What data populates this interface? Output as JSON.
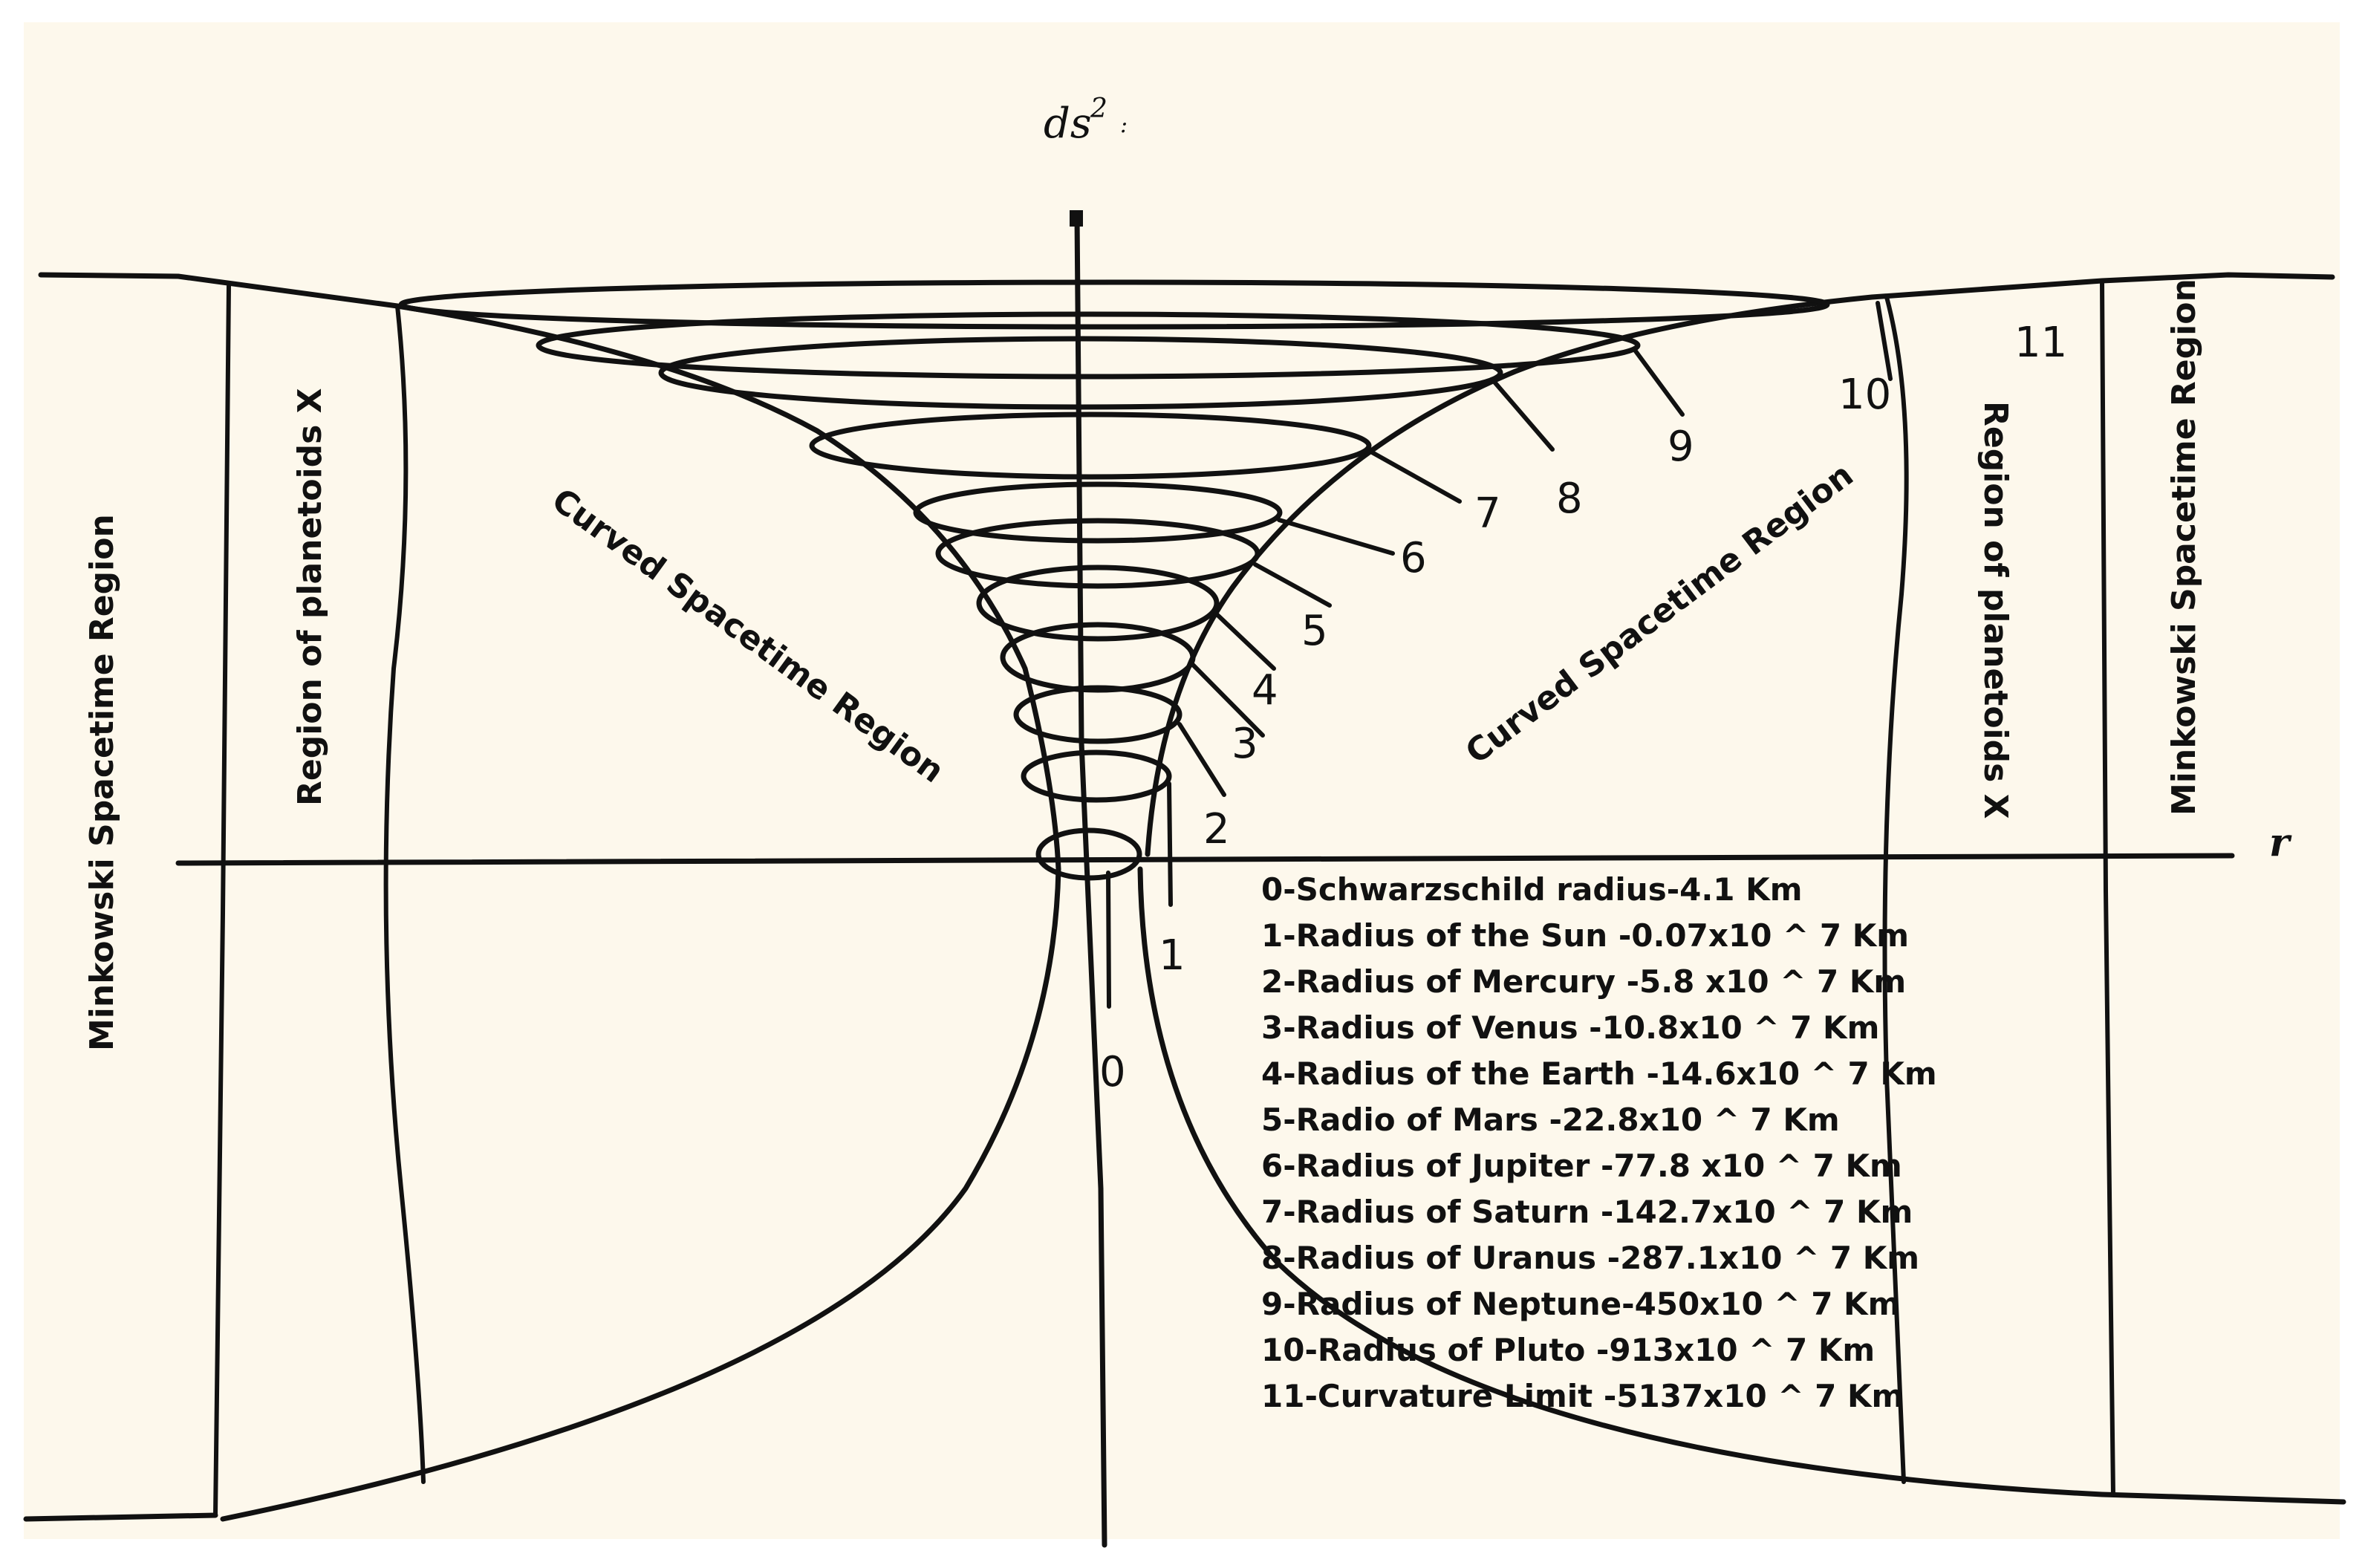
{
  "diagram": {
    "background_color": "#fdf8ec",
    "ink_color": "#111111",
    "vertical_axis_label": "ds",
    "vertical_axis_exponent": "2",
    "vertical_axis_suffix": ":",
    "horizontal_axis_label": "r",
    "regions": {
      "minkowski_left": "Minkowski Spacetime Region",
      "planetoids_left": "Region of planetoids X",
      "curved_left": "Curved Spacetime Region",
      "curved_right": "Curved Spacetime Region",
      "planetoids_right": "Region of planetoids X",
      "minkowski_right": "Minkowski Spacetime Region"
    },
    "orbit_numbers": [
      "0",
      "1",
      "2",
      "3",
      "4",
      "5",
      "6",
      "7",
      "8",
      "9",
      "10",
      "11"
    ],
    "legend": [
      "0-Schwarzschild radius-4.1 Km",
      "1-Radius of the Sun -0.07x10 ^ 7 Km",
      "2-Radius of Mercury -5.8 x10 ^ 7 Km",
      "3-Radius of Venus -10.8x10 ^ 7 Km",
      "4-Radius of the Earth -14.6x10 ^ 7 Km",
      "5-Radio of Mars -22.8x10 ^ 7 Km",
      "6-Radius of Jupiter -77.8 x10 ^ 7 Km",
      "7-Radius of Saturn -142.7x10 ^ 7 Km",
      "8-Radius of Uranus -287.1x10 ^ 7 Km",
      "9-Radius of Neptune-450x10 ^ 7 Km",
      "10-Radius of Pluto -913x10 ^ 7 Km",
      "11-Curvature Limit -5137x10 ^ 7 Km"
    ]
  }
}
